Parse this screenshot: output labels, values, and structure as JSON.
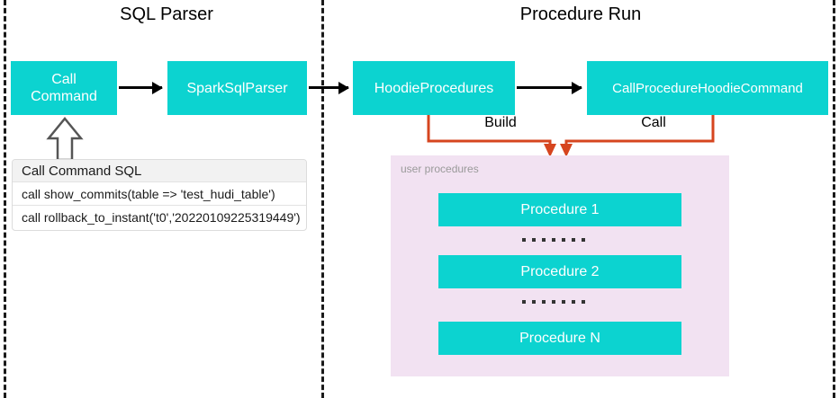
{
  "sections": [
    {
      "title": "SQL Parser"
    },
    {
      "title": "Procedure Run"
    }
  ],
  "parser": {
    "call_command": "Call\nCommand",
    "call_command_line1": "Call",
    "call_command_line2": "Command",
    "spark_sql_parser": "SparkSqlParser"
  },
  "sql_table": {
    "header": "Call Command SQL",
    "rows": [
      "call show_commits(table => 'test_hudi_table')",
      "call rollback_to_instant('t0','20220109225319449')"
    ]
  },
  "procedure_run": {
    "hoodie_procedures": "HoodieProcedures",
    "call_procedure_hoodie_command": "CallProcedureHoodieCommand",
    "build_label": "Build",
    "call_label": "Call"
  },
  "user_procedures": {
    "panel_label": "user procedures",
    "items": [
      {
        "label": "Procedure 1"
      },
      {
        "label": "Procedure 2"
      },
      {
        "label": "Procedure N"
      }
    ],
    "separator": "......."
  },
  "colors": {
    "teal": "#0cd3d0",
    "orange": "#d6451f",
    "panel_pink": "#f2e2f2",
    "divider": "#1a1a1a",
    "arrow_black": "#000000",
    "label_gray": "#9a9a9a"
  }
}
